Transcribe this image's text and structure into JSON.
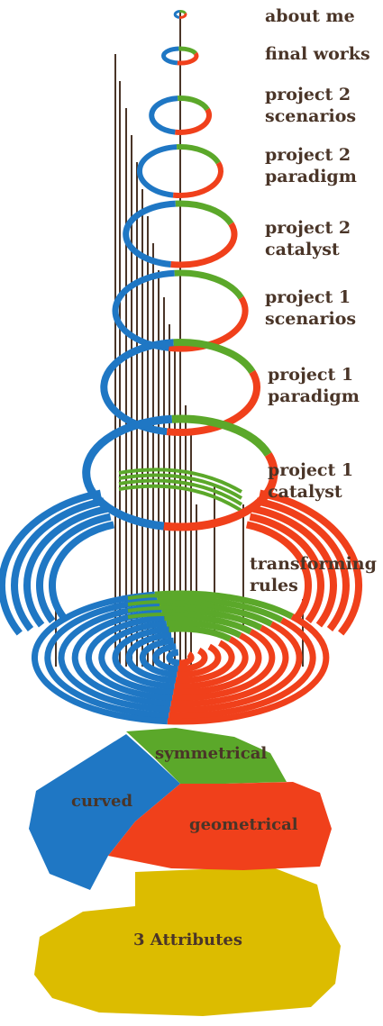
{
  "colors": {
    "blue": "#1f77c4",
    "red": "#f0401b",
    "green": "#5ba82a",
    "yellow": "#dcbc00",
    "pole": "#4a3528",
    "text": "#4a3528"
  },
  "nav": [
    {
      "id": "about-me",
      "label": "about me"
    },
    {
      "id": "final-works",
      "label": "final works"
    },
    {
      "id": "project-2-scenarios",
      "label": "project 2\nscenarios"
    },
    {
      "id": "project-2-paradigm",
      "label": "project 2\nparadigm"
    },
    {
      "id": "project-2-catalyst",
      "label": "project 2\ncatalyst"
    },
    {
      "id": "project-1-scenarios",
      "label": "project 1\nscenarios"
    },
    {
      "id": "project-1-paradigm",
      "label": "project 1\nparadigm"
    },
    {
      "id": "project-1-catalyst",
      "label": "project 1\ncatalyst"
    },
    {
      "id": "transforming-rules",
      "label": "transforming\nrules"
    }
  ],
  "attributes": {
    "symmetrical": "symmetrical",
    "curved": "curved",
    "geometrical": "geometrical",
    "count_label": "3 Attributes"
  }
}
